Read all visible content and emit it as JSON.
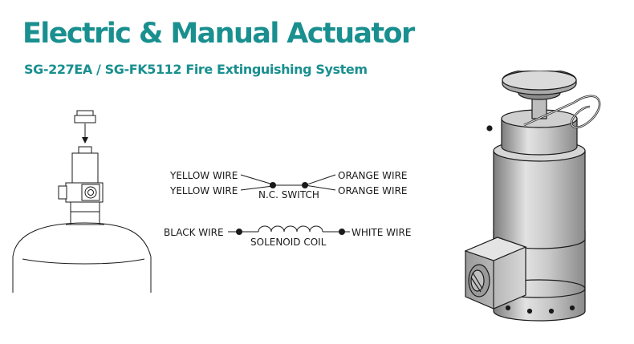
{
  "header": {
    "title": "Electric & Manual Actuator",
    "subtitle": "SG-227EA / SG-FK5112 Fire Extinguishing System"
  },
  "wiring": {
    "switch_left_top": "YELLOW WIRE",
    "switch_left_bottom": "YELLOW WIRE",
    "switch_right_top": "ORANGE WIRE",
    "switch_right_bottom": "ORANGE WIRE",
    "switch_label": "N.C. SWITCH",
    "coil_left": "BLACK WIRE",
    "coil_right": "WHITE WIRE",
    "coil_label": "SOLENOID COIL"
  },
  "colors": {
    "accent": "#1a8f8f",
    "line": "#1a1a1a",
    "actuator_body": "#cfcfcf"
  }
}
